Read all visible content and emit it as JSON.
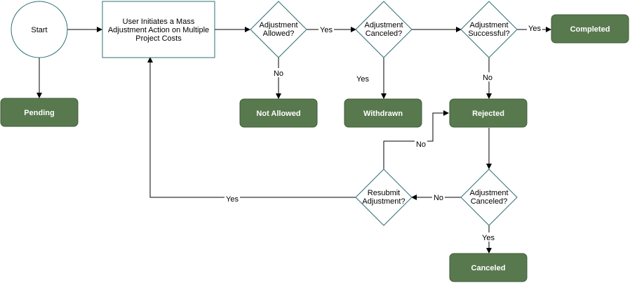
{
  "colors": {
    "state_fill": "#58794e",
    "state_stroke": "#3e5a37",
    "outline": "#2e6f74",
    "edge": "#000000"
  },
  "nodes": {
    "start": "Start",
    "initiate": [
      "User Initiates a Mass",
      "Adjustment Action on Multiple",
      "Project Costs"
    ],
    "allowed": [
      "Adjustment",
      "Allowed?"
    ],
    "canceled1": [
      "Adjustment",
      "Canceled?"
    ],
    "successful": [
      "Adjustment",
      "Successful?"
    ],
    "canceled2": [
      "Adjustment",
      "Canceled?"
    ],
    "resubmit": [
      "Resubmit",
      "Adjustment?"
    ],
    "pending": "Pending",
    "not_allowed": "Not Allowed",
    "withdrawn": "Withdrawn",
    "completed": "Completed",
    "rejected": "Rejected",
    "canceled": "Canceled"
  },
  "edge_labels": {
    "allowed_yes": "Yes",
    "allowed_no": "No",
    "canceled1_yes": "Yes",
    "successful_yes": "Yes",
    "successful_no": "No",
    "resubmit_no": "No",
    "canceled2_no": "No",
    "canceled2_yes": "Yes",
    "resubmit_yes": "Yes"
  }
}
